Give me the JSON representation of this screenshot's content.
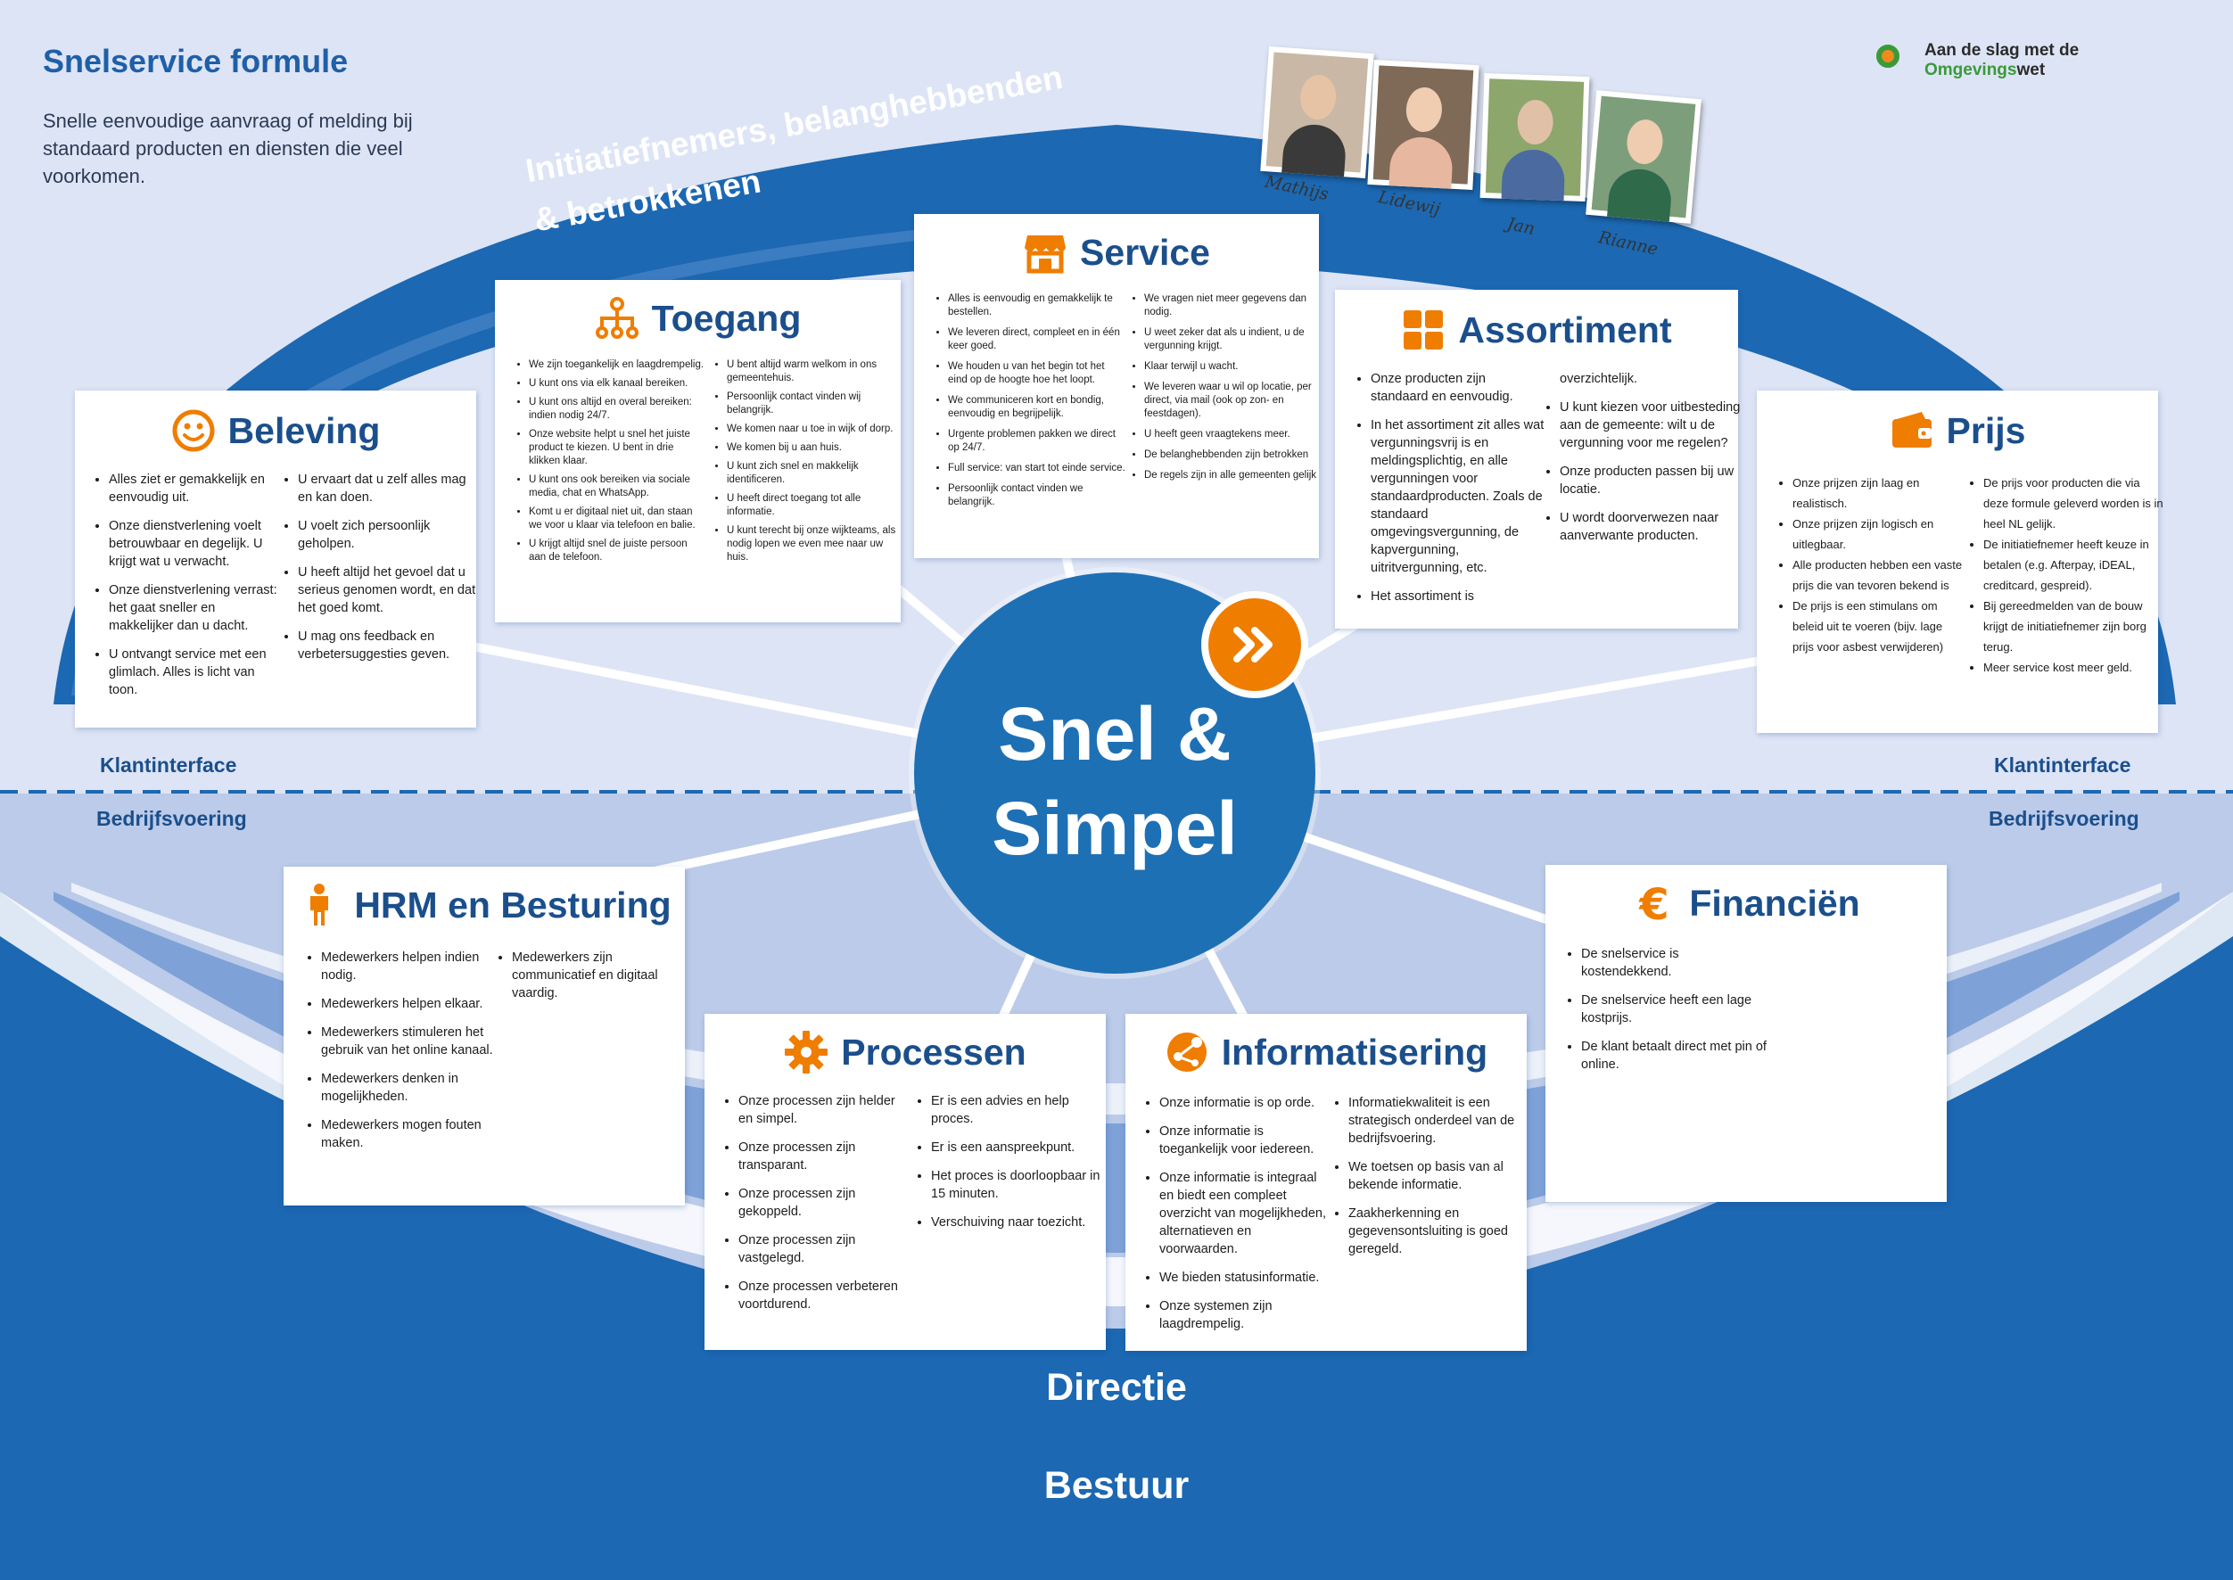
{
  "header": {
    "title": "Snelservice formule",
    "subtitle": "Snelle eenvoudige aanvraag of melding bij standaard producten en diensten die veel voorkomen."
  },
  "logo": {
    "line1": "Aan de slag met de",
    "line2_green": "Omgevings",
    "line2_dark": "wet"
  },
  "arc_label": {
    "line1": "Initiatiefnemers, belanghebbenden",
    "line2": "& betrokkenen"
  },
  "photos": [
    {
      "name": "Mathijs",
      "icon": "person-photo"
    },
    {
      "name": "Lidewij",
      "icon": "person-photo"
    },
    {
      "name": "Jan",
      "icon": "person-photo"
    },
    {
      "name": "Rianne",
      "icon": "person-photo"
    }
  ],
  "hub": {
    "line1": "Snel &",
    "line2": "Simpel",
    "icon": "fast-forward-icon"
  },
  "zones": {
    "left_top": "Klantinterface",
    "right_top": "Klantinterface",
    "left_bottom": "Bedrijfsvoering",
    "right_bottom": "Bedrijfsvoering",
    "directie": "Directie",
    "bestuur": "Bestuur"
  },
  "colors": {
    "accent": "#ef7d00",
    "primary": "#1e70b5",
    "title": "#1b4f8c"
  },
  "cards": {
    "beleving": {
      "title": "Beleving",
      "icon": "smiley-icon",
      "col1": [
        "Alles ziet er gemakkelijk en eenvoudig uit.",
        "Onze dienstverlening voelt betrouwbaar en degelijk. U krijgt wat u verwacht.",
        "Onze dienstverlening verrast: het gaat sneller en makkelijker dan u dacht.",
        "U ontvangt service met een glimlach. Alles is licht van toon."
      ],
      "col2": [
        "U ervaart dat u zelf alles mag en kan doen.",
        "U voelt zich persoonlijk geholpen.",
        "U heeft altijd het gevoel dat u serieus genomen wordt, en dat het goed komt.",
        "U mag ons feedback en verbetersuggesties geven."
      ]
    },
    "toegang": {
      "title": "Toegang",
      "icon": "network-icon",
      "col1": [
        "We zijn toegankelijk en laagdrempelig.",
        "U kunt ons via elk kanaal bereiken.",
        "U kunt ons altijd en overal bereiken: indien nodig 24/7.",
        "Onze website helpt u snel het juiste product te kiezen. U bent in drie klikken klaar.",
        "U kunt ons ook bereiken via sociale media, chat en WhatsApp.",
        "Komt u er digitaal niet uit, dan staan we voor u klaar via telefoon en balie.",
        "U krijgt altijd snel de juiste persoon aan de telefoon."
      ],
      "col2": [
        "U bent altijd warm welkom in ons gemeentehuis.",
        "Persoonlijk contact vinden wij belangrijk.",
        "We komen naar u toe in wijk of dorp.",
        "We komen bij u aan huis.",
        "U kunt zich snel en makkelijk identificeren.",
        "U heeft direct toegang tot alle informatie.",
        "U kunt terecht bij onze wijkteams, als nodig lopen we even mee naar uw huis."
      ]
    },
    "service": {
      "title": "Service",
      "icon": "shop-icon",
      "col1": [
        "Alles is eenvoudig en gemakkelijk te bestellen.",
        "We leveren direct, compleet en in één keer goed.",
        "We houden u van het begin tot het eind op de hoogte hoe het loopt.",
        "We communiceren kort en bondig, eenvoudig en begrijpelijk.",
        "Urgente problemen pakken we direct op 24/7.",
        "Full service: van start tot einde service.",
        "Persoonlijk contact vinden we belangrijk."
      ],
      "col2": [
        "We vragen niet meer gegevens dan nodig.",
        "U weet zeker dat als u indient, u de vergunning krijgt.",
        "Klaar terwijl u wacht.",
        "We leveren waar u wil op locatie, per direct, via mail (ook op zon- en feestdagen).",
        "U heeft geen vraagtekens meer.",
        "De belanghebbenden zijn betrokken",
        "De regels zijn in alle gemeenten gelijk"
      ]
    },
    "assortiment": {
      "title": "Assortiment",
      "icon": "grid-icon",
      "col1": [
        "Onze producten zijn standaard en eenvoudig.",
        "In het assortiment zit alles wat vergunningsvrij is en meldingsplichtig, en alle vergunningen voor standaardproducten. Zoals de standaard omgevingsvergunning, de kapvergunning, uitritvergunning, etc.",
        "Het assortiment is"
      ],
      "col2_lead": "overzichtelijk.",
      "col2": [
        "U kunt kiezen voor uitbesteding aan de gemeente: wilt u de vergunning voor me regelen?",
        "Onze producten passen bij uw locatie.",
        "U wordt doorverwezen naar aanverwante producten."
      ]
    },
    "prijs": {
      "title": "Prijs",
      "icon": "wallet-icon",
      "col1": [
        "Onze prijzen zijn laag en realistisch.",
        "Onze prijzen zijn logisch en uitlegbaar.",
        "Alle producten hebben een vaste prijs die van tevoren bekend is",
        "De prijs is een stimulans om beleid uit te voeren (bijv. lage prijs voor asbest verwijderen)"
      ],
      "col2": [
        "De prijs voor producten die via deze formule geleverd worden is in heel NL gelijk.",
        "De initiatiefnemer heeft keuze in betalen (e.g. Afterpay, iDEAL, creditcard, gespreid).",
        "Bij gereedmelden van de bouw krijgt de initiatiefnemer zijn borg terug.",
        "Meer service kost meer geld."
      ]
    },
    "hrm": {
      "title": "HRM en Besturing",
      "icon": "person-icon",
      "col1": [
        "Medewerkers helpen indien nodig.",
        "Medewerkers helpen elkaar.",
        "Medewerkers stimuleren het gebruik van het online kanaal.",
        "Medewerkers denken in mogelijkheden.",
        "Medewerkers mogen fouten maken."
      ],
      "col2": [
        "Medewerkers zijn communicatief en digitaal vaardig."
      ]
    },
    "processen": {
      "title": "Processen",
      "icon": "gear-icon",
      "col1": [
        "Onze processen zijn helder en simpel.",
        "Onze processen zijn transparant.",
        "Onze processen zijn gekoppeld.",
        "Onze processen zijn vastgelegd.",
        "Onze processen verbeteren voortdurend."
      ],
      "col2": [
        "Er is een advies en help proces.",
        "Er is een aanspreekpunt.",
        "Het proces is doorloopbaar in 15 minuten.",
        "Verschuiving naar toezicht."
      ]
    },
    "informatisering": {
      "title": "Informatisering",
      "icon": "globe-icon",
      "col1": [
        "Onze informatie is op orde.",
        "Onze informatie is toegankelijk voor iedereen.",
        "Onze informatie is integraal en biedt een compleet overzicht van mogelijkheden, alternatieven en voorwaarden.",
        "We bieden statusinformatie.",
        "Onze systemen zijn laagdrempelig."
      ],
      "col2": [
        "Informatiekwaliteit is een strategisch onderdeel van de bedrijfsvoering.",
        "We toetsen op basis van al bekende informatie.",
        "Zaakherkenning en gegevensontsluiting is goed geregeld."
      ]
    },
    "financien": {
      "title": "Financiën",
      "icon": "euro-icon",
      "col1": [
        "De snelservice is kostendekkend.",
        "De snelservice heeft een lage kostprijs.",
        "De klant betaalt direct met pin of online."
      ]
    }
  }
}
